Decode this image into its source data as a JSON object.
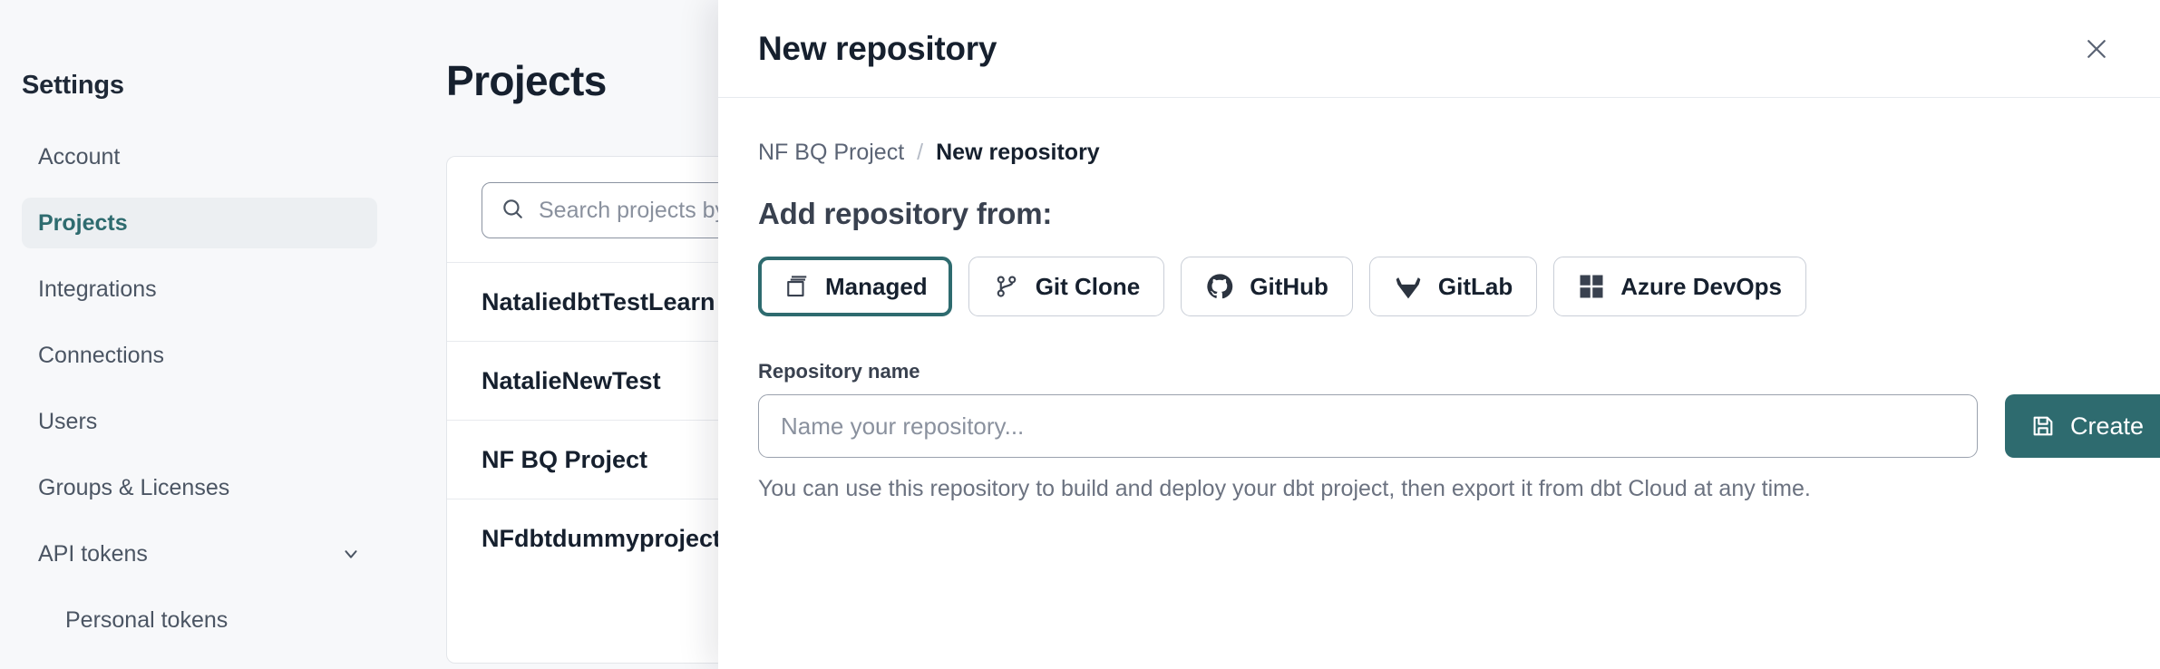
{
  "sidebar": {
    "title": "Settings",
    "items": [
      {
        "label": "Account",
        "name": "account",
        "active": false,
        "sub": false,
        "chevron": false
      },
      {
        "label": "Projects",
        "name": "projects",
        "active": true,
        "sub": false,
        "chevron": false
      },
      {
        "label": "Integrations",
        "name": "integrations",
        "active": false,
        "sub": false,
        "chevron": false
      },
      {
        "label": "Connections",
        "name": "connections",
        "active": false,
        "sub": false,
        "chevron": false
      },
      {
        "label": "Users",
        "name": "users",
        "active": false,
        "sub": false,
        "chevron": false
      },
      {
        "label": "Groups & Licenses",
        "name": "groups-licenses",
        "active": false,
        "sub": false,
        "chevron": false
      },
      {
        "label": "API tokens",
        "name": "api-tokens",
        "active": false,
        "sub": false,
        "chevron": true
      },
      {
        "label": "Personal tokens",
        "name": "personal-tokens",
        "active": false,
        "sub": true,
        "chevron": false
      }
    ]
  },
  "page": {
    "title": "Projects",
    "search_placeholder": "Search projects by name...",
    "projects": [
      {
        "name": "NataliedbtTestLearn T"
      },
      {
        "name": "NatalieNewTest"
      },
      {
        "name": "NF BQ Project"
      },
      {
        "name": "NFdbtdummyproject"
      }
    ]
  },
  "modal": {
    "title": "New repository",
    "close_icon": "close-icon",
    "breadcrumb": {
      "parent": "NF BQ Project",
      "separator": "/",
      "current": "New repository"
    },
    "section_heading": "Add repository from:",
    "providers": [
      {
        "label": "Managed",
        "icon": "stacked-documents-icon",
        "selected": true
      },
      {
        "label": "Git Clone",
        "icon": "git-branch-icon",
        "selected": false
      },
      {
        "label": "GitHub",
        "icon": "github-icon",
        "selected": false
      },
      {
        "label": "GitLab",
        "icon": "gitlab-icon",
        "selected": false
      },
      {
        "label": "Azure DevOps",
        "icon": "azure-devops-icon",
        "selected": false
      }
    ],
    "repository_name": {
      "label": "Repository name",
      "placeholder": "Name your repository...",
      "value": ""
    },
    "create_button": {
      "label": "Create",
      "icon": "save-icon"
    },
    "help_text": "You can use this repository to build and deploy your dbt project, then export it from dbt Cloud at any time."
  },
  "colors": {
    "accent_teal": "#2e6b6f",
    "page_bg": "#f7f8fa",
    "text_dark": "#16202e",
    "text_muted": "#6b7280"
  }
}
